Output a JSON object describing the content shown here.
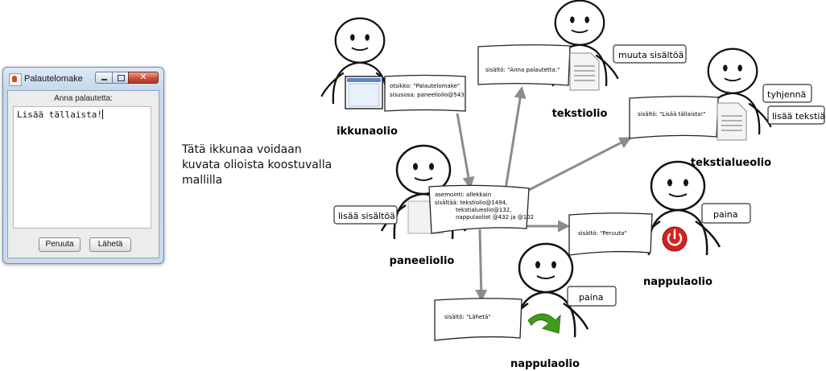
{
  "window": {
    "title": "Palautelomake",
    "label": "Anna palautetta:",
    "textarea_value": "Lisää tällaista!",
    "cancel_label": "Peruuta",
    "send_label": "Lähetä"
  },
  "description": "Tätä ikkunaa voidaan kuvata olioista koostuvalla mallilla",
  "objects": {
    "ikkunaolio": {
      "name": "ikkunaolio",
      "note_line1": "otsikko: \"Palautelomake\"",
      "note_line2": "sisusosa: paneeliolio@543"
    },
    "tekstiolio": {
      "name": "tekstiolio",
      "note_line1": "sisältö: \"Anna palautetta:\"",
      "method1": "muuta sisältöä"
    },
    "tekstialueolio": {
      "name": "tekstialueolio",
      "note_line1": "sisältö: \"Lisää tällaista!\"",
      "method1": "tyhjennä",
      "method2": "lisää tekstiä"
    },
    "paneeliolio": {
      "name": "paneeliolio",
      "note_line1": "asemointi: allekkain",
      "note_line2": "sisältää: tekstiolio@1494,",
      "note_line3": "tekstialueolio@132,",
      "note_line4": "nappulaoliot @432 ja @102",
      "method1": "lisää sisältöä"
    },
    "nappulaolio_cancel": {
      "name": "nappulaolio",
      "note_line1": "sisältö: \"Peruuta\"",
      "method1": "paina"
    },
    "nappulaolio_send": {
      "name": "nappulaolio",
      "note_line1": "sisältö: \"Lähetä\"",
      "method1": "paina"
    }
  },
  "colors": {
    "arrow": "#8c8c8c",
    "title_bar": "#c5d7ea",
    "close_button": "#c74a35",
    "power_icon": "#d7211c",
    "next_arrow_icon": "#3f9d1a"
  }
}
